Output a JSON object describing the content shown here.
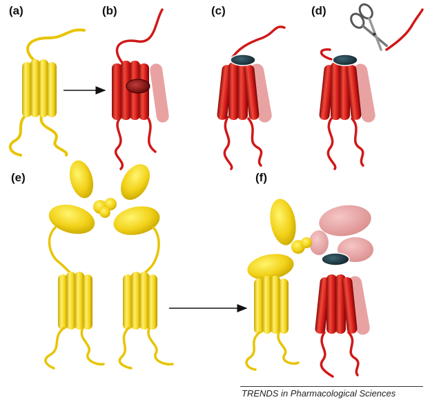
{
  "panels": {
    "a": "(a)",
    "b": "(b)",
    "c": "(c)",
    "d": "(d)",
    "e": "(e)",
    "f": "(f)"
  },
  "footer": "TRENDS in Pharmacological Sciences",
  "colors": {
    "inactive": "#f2d21a",
    "inactive_dark": "#c9a800",
    "active": "#d01818",
    "active_dark": "#8d0a0a",
    "active_ghost": "#e07070",
    "ligand": "#1e3a44",
    "ligand_red": "#7a0a0a"
  },
  "icons": {
    "scissors": "scissors-icon",
    "arrow": "arrow-right"
  }
}
